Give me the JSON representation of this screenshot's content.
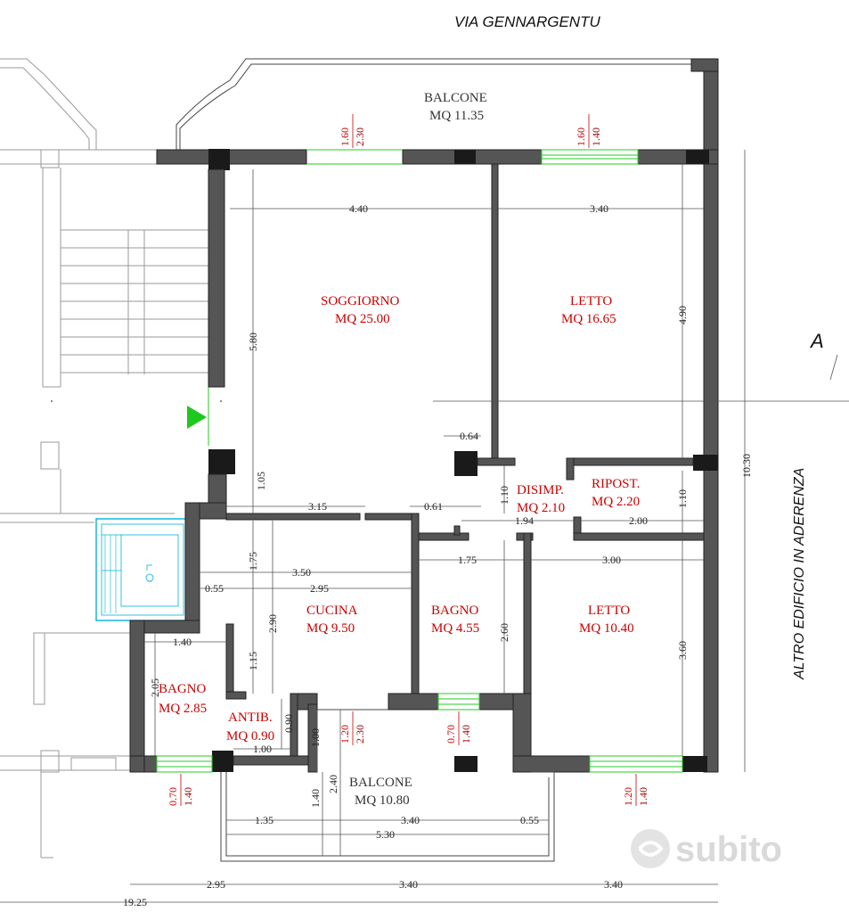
{
  "street": "VIA GENNARGENTU",
  "side_note": "ALTRO EDIFICIO IN ADERENZA",
  "section_mark": "A",
  "watermark": "subito",
  "rooms": {
    "soggiorno": {
      "name": "SOGGIORNO",
      "area": "MQ 25.00"
    },
    "letto1": {
      "name": "LETTO",
      "area": "MQ 16.65"
    },
    "disimp": {
      "name": "DISIMP.",
      "area": "MQ 2.10"
    },
    "ripost": {
      "name": "RIPOST.",
      "area": "MQ 2.20"
    },
    "cucina": {
      "name": "CUCINA",
      "area": "MQ 9.50"
    },
    "bagno1": {
      "name": "BAGNO",
      "area": "MQ 4.55"
    },
    "letto2": {
      "name": "LETTO",
      "area": "MQ 10.40"
    },
    "bagno2": {
      "name": "BAGNO",
      "area": "MQ 2.85"
    },
    "antib": {
      "name": "ANTIB.",
      "area": "MQ 0.90"
    },
    "balcone_n": {
      "name": "BALCONE",
      "area": "MQ 11.35"
    },
    "balcone_s": {
      "name": "BALCONE",
      "area": "MQ 10.80"
    }
  },
  "dimensions": {
    "d440": "4.40",
    "d340a": "3.40",
    "d490": "4.90",
    "d580": "5.80",
    "d064": "0.64",
    "d105": "1.05",
    "d315": "3.15",
    "d061": "0.61",
    "d110a": "1.10",
    "d194": "1.94",
    "d110b": "1.10",
    "d200": "2.00",
    "d175a": "1.75",
    "d350": "3.50",
    "d055a": "0.55",
    "d295a": "2.95",
    "d290": "2.90",
    "d175b": "1.75",
    "d300": "3.00",
    "d260": "2.60",
    "d360": "3.60",
    "d140a": "1.40",
    "d115": "1.15",
    "d205": "2.05",
    "d090": "0.90",
    "d100a": "1.00",
    "d100b": "1.00",
    "d240": "2.40",
    "d140b": "1.40",
    "d135": "1.35",
    "d340b": "3.40",
    "d055b": "0.55",
    "d530": "5.30",
    "d295b": "2.95",
    "d340c": "3.40",
    "d340d": "3.40",
    "d1925": "19.25",
    "d1030": "10.30"
  },
  "windows": {
    "w1": {
      "top": "1.60",
      "bottom": "2.30"
    },
    "w2": {
      "top": "1.60",
      "bottom": "1.40"
    },
    "w3": {
      "top": "1.20",
      "bottom": "2.30"
    },
    "w4": {
      "top": "0.70",
      "bottom": "1.40"
    },
    "w5": {
      "top": "0.70",
      "bottom": "1.40"
    },
    "w6": {
      "top": "1.20",
      "bottom": "1.40"
    }
  },
  "colors": {
    "room_label": "#cc0000",
    "window": "#22cc22",
    "wall": "#555555",
    "lift": "#00b4d8",
    "entrance": "#1ec81e"
  },
  "icons": [
    "entrance-arrow-icon",
    "lift-icon",
    "subito-logo-icon"
  ]
}
